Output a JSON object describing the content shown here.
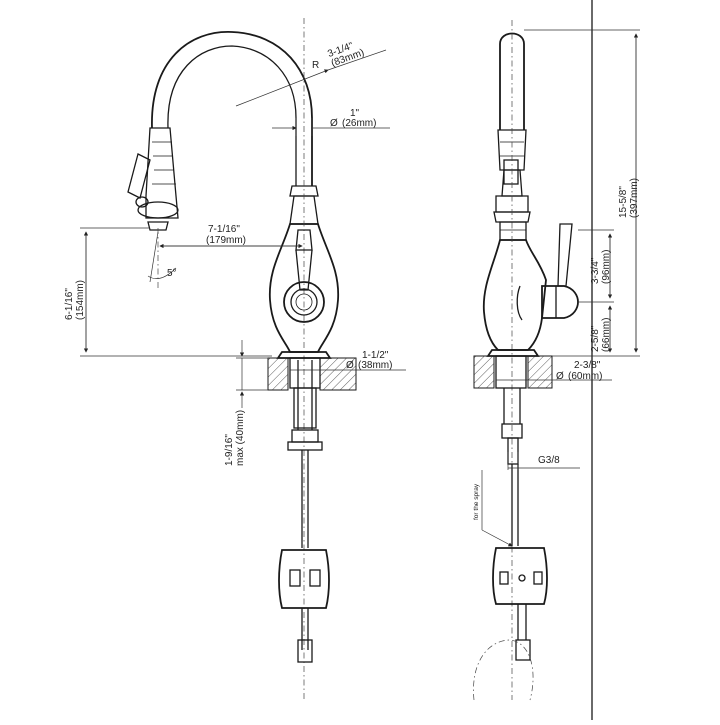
{
  "front_view": {
    "spout_radius": {
      "prefix": "R",
      "imperial": "3-1/4\"",
      "metric": "(83mm)"
    },
    "tube_diameter": {
      "symbol": "Ø",
      "imperial": "1\"",
      "metric": "(26mm)"
    },
    "reach": {
      "imperial": "7-1/16\"",
      "metric": "(179mm)"
    },
    "angle": "5°",
    "spout_height": {
      "imperial": "6-1/16\"",
      "metric": "(154mm)"
    },
    "base_diameter": {
      "symbol": "Ø",
      "imperial": "1-1/2\"",
      "metric": "(38mm)"
    },
    "deck_thickness": {
      "imperial": "1-9/16\"",
      "metric": "max (40mm)"
    }
  },
  "side_view": {
    "total_height": {
      "imperial": "15-5/8\"",
      "metric": "(397mm)"
    },
    "handle_height": {
      "imperial": "3-3/4\"",
      "metric": "(96mm)"
    },
    "lower_height": {
      "imperial": "2-5/8\"",
      "metric": "(66mm)"
    },
    "escutcheon_diameter": {
      "symbol": "Ø",
      "imperial": "2-3/8\"",
      "metric": "(60mm)"
    },
    "thread": "G3/8",
    "spray_note": "for the spray"
  }
}
